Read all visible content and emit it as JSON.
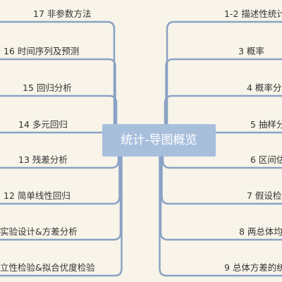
{
  "center": {
    "title": "统计-导图概览"
  },
  "left_topics": [
    {
      "label": "17 非参数方法"
    },
    {
      "label": "16 时间序列及预测"
    },
    {
      "label": "15 回归分析"
    },
    {
      "label": "14 多元回归"
    },
    {
      "label": "13 残差分析"
    },
    {
      "label": "12 简单线性回归"
    },
    {
      "label": "实验设计&方差分析"
    },
    {
      "label": "立性检验&拟合优度检验"
    }
  ],
  "right_topics": [
    {
      "label": "1-2 描述性统计"
    },
    {
      "label": "3 概率"
    },
    {
      "label": "4 概率分"
    },
    {
      "label": "5 抽样分"
    },
    {
      "label": "6 区间估"
    },
    {
      "label": "7 假设检"
    },
    {
      "label": "8 两总体均"
    },
    {
      "label": "9 总体方差的统"
    }
  ],
  "colors": {
    "background": "#f8f4e9",
    "center_fill": "#a8bfdc",
    "branch_line": "#8aa2c4"
  }
}
